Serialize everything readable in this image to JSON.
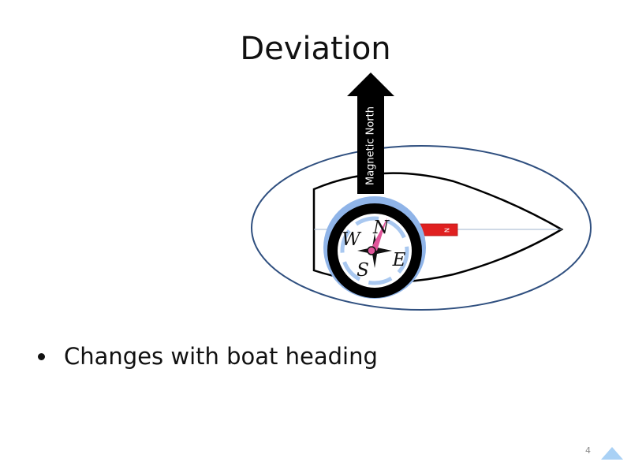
{
  "slide": {
    "title": "Deviation",
    "bullets": [
      "Changes with boat heading"
    ],
    "slide_number": "4"
  },
  "diagram": {
    "arrow_label": "Magnetic North",
    "compass_letters": {
      "north": "N",
      "south": "S",
      "east": "E",
      "west": "W"
    },
    "magnet_letter": "N",
    "colors": {
      "ellipse_stroke": "#2f4f7f",
      "arrow_fill": "#000000",
      "compass_ring": "#000000",
      "compass_halo": "#8fb4e8",
      "needle": "#e0559a",
      "magnet": "#e02020",
      "centerline": "#9fb3cc",
      "accent_triangle": "#a9d1f5"
    }
  }
}
